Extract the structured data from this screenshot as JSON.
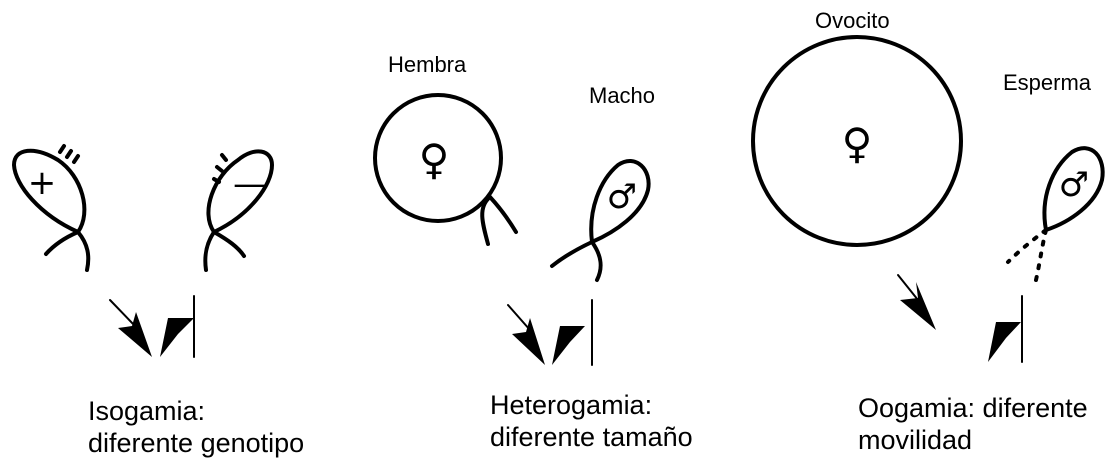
{
  "isogamy": {
    "plus_sign": "+",
    "minus_sign": "—",
    "caption_line1": "Isogamia:",
    "caption_line2": "diferente genotipo"
  },
  "heterogamy": {
    "female_label": "Hembra",
    "male_label": "Macho",
    "female_symbol": "♀",
    "male_symbol": "♂",
    "caption_line1": "Heterogamia:",
    "caption_line2": "diferente tamaño"
  },
  "oogamy": {
    "egg_label": "Ovocito",
    "sperm_label": "Esperma",
    "egg_symbol": "♀",
    "sperm_symbol": "♂",
    "caption_line1": "Oogamia: diferente",
    "caption_line2": "movilidad"
  }
}
